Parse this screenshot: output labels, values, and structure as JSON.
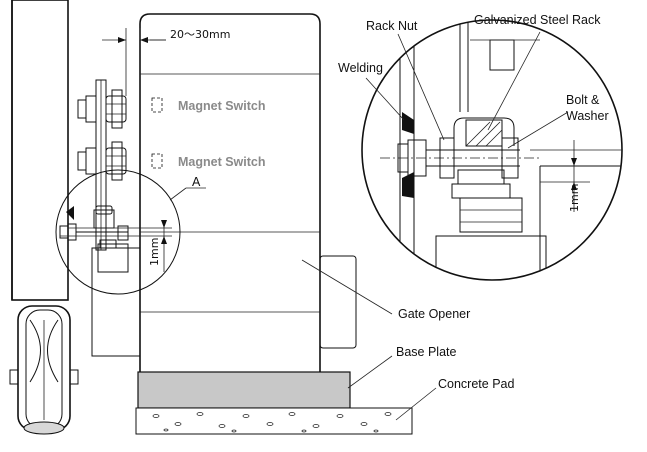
{
  "labels": {
    "dimension_gap": "20～30mm",
    "magnet_switch_1": "Magnet Switch",
    "magnet_switch_2": "Magnet Switch",
    "detail_marker": "A",
    "clearance_left": "1mm",
    "clearance_right": "1mm",
    "rack_nut": "Rack Nut",
    "galvanized_steel_rack": "Galvanized Steel Rack",
    "welding": "Welding",
    "bolt_washer_line1": "Bolt &",
    "bolt_washer_line2": "Washer",
    "gate_opener": "Gate Opener",
    "base_plate": "Base Plate",
    "concrete_pad": "Concrete Pad"
  },
  "colors": {
    "line": "#111111",
    "base_plate_fill": "#c8c8c8",
    "gray_text": "#8a8a8a",
    "background": "#ffffff"
  }
}
